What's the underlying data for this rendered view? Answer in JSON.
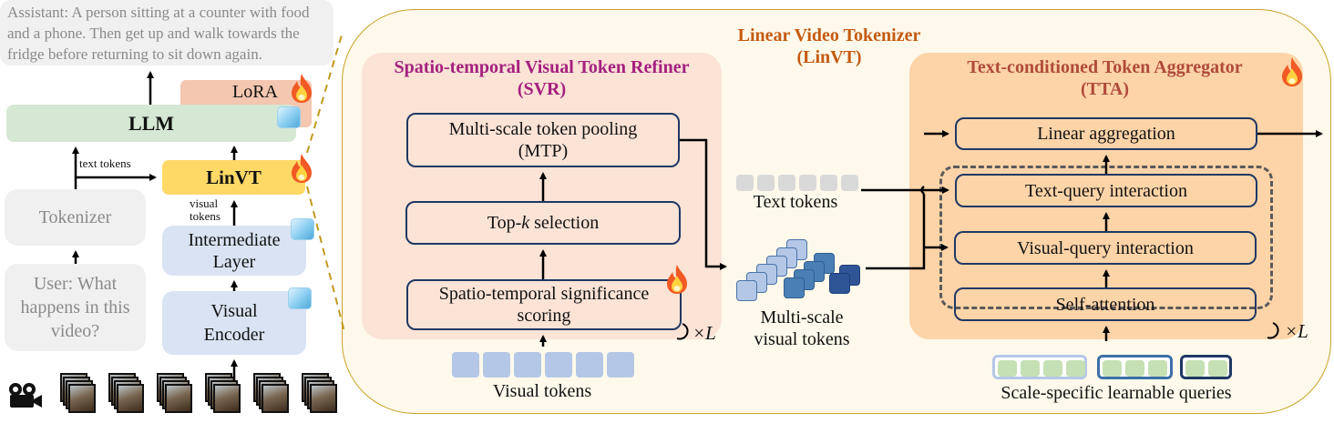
{
  "left": {
    "assistant_text": "Assistant: A person sitting at a counter with food and a phone. Then get up  and walk towards the fridge before returning to sit down again.",
    "lora": "LoRA",
    "llm": "LLM",
    "text_tokens_label": "text tokens",
    "linvt": "LinVT",
    "visual_tokens_label_1": "visual",
    "visual_tokens_label_2": "tokens",
    "tokenizer": "Tokenizer",
    "intermediate_1": "Intermediate",
    "intermediate_2": "Layer",
    "user_1": "User: What",
    "user_2": "happens in this",
    "user_3": "video?",
    "visual_encoder_1": "Visual",
    "visual_encoder_2": "Encoder",
    "frame_count": 6
  },
  "linvt_panel": {
    "title_1": "Linear Video Tokenizer",
    "title_2": "(LinVT)",
    "title_color": "#c55a11"
  },
  "svr": {
    "title_1": "Spatio-temporal Visual Token Refiner",
    "title_2": "(SVR)",
    "title_color": "#a5207f",
    "mtp_1": "Multi-scale token pooling",
    "mtp_2": "(MTP)",
    "topk_pre": "Top-",
    "topk_k": "k",
    "topk_post": " selection",
    "scoring_1": "Spatio-temporal significance",
    "scoring_2": "scoring",
    "repeat": "×L",
    "visual_tokens": "Visual tokens"
  },
  "middle": {
    "text_tokens": "Text tokens",
    "multiscale_1": "Multi-scale",
    "multiscale_2": "visual tokens"
  },
  "tta": {
    "title_1": "Text-conditioned Token Aggregator",
    "title_2": "(TTA)",
    "title_color": "#b04a3a",
    "linear_aggregation": "Linear aggregation",
    "text_query": "Text-query interaction",
    "visual_query": "Visual-query interaction",
    "self_attention": "Self-attention",
    "repeat": "×L",
    "queries_label": "Scale-specific learnable queries"
  },
  "colors": {
    "llm_green": "#d5e8d4",
    "lora_salmon": "#f4c7b0",
    "linvt_yellow": "#ffd966",
    "linvt_panel_bg": "#fef9ea",
    "linvt_panel_border": "#c9a227",
    "svr_bg": "#fbe3d6",
    "tta_bg": "#fdd4a8",
    "query_green": "#c5e0b4"
  }
}
